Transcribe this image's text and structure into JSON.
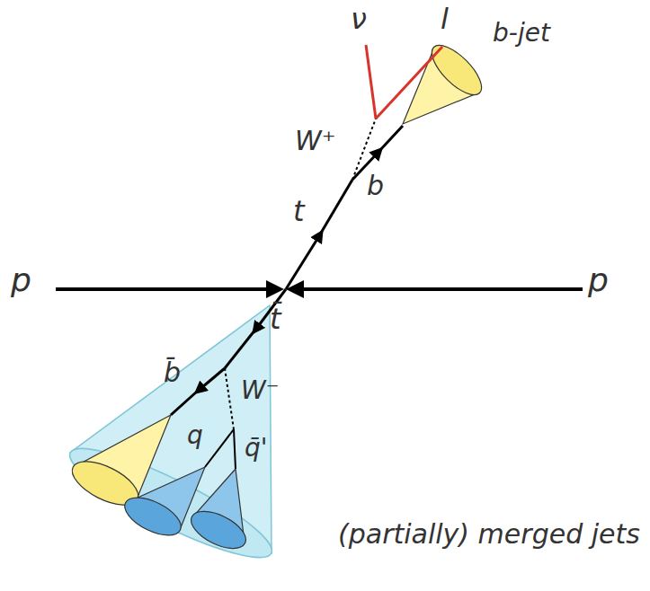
{
  "diagram": {
    "labels": [
      "ν",
      "l",
      "b-jet",
      "W⁺",
      "b",
      "t",
      "p",
      "p",
      "t̄",
      "b̄",
      "W⁻",
      "q",
      "q̄'",
      "(partially) merged jets"
    ]
  }
}
